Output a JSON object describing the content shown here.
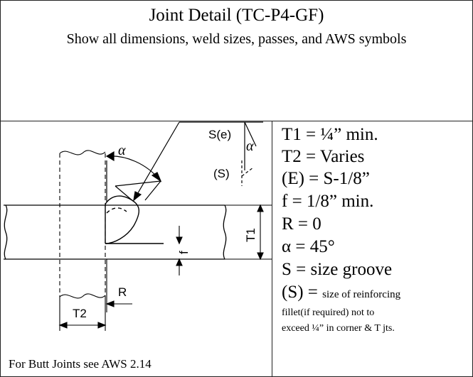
{
  "header": {
    "title": "Joint Detail (TC-P4-GF)",
    "subtitle": "Show all dimensions, weld sizes, passes, and AWS symbols"
  },
  "diagram": {
    "labels": {
      "alpha_angle": "α",
      "weld_size_symbol": "S(e)",
      "reinforcing_symbol": "(S)",
      "alpha_symbol": "α",
      "t1": "T1",
      "t2": "T2",
      "f": "f",
      "r": "R"
    }
  },
  "notes": {
    "t1": "T1 = ¼” min.",
    "t2": "T2 = Varies",
    "e": "(E) = S-1/8”",
    "f": "f = 1/8” min.",
    "r": "R = 0",
    "alpha": "α = 45°",
    "s": "S = size groove",
    "s_fillet_lead": "(S) =",
    "s_fillet_text1": "size of reinforcing",
    "s_fillet_text2": "fillet(if required) not to",
    "s_fillet_text3": "exceed ¼” in corner & T jts."
  },
  "footer": {
    "text": "For Butt Joints see AWS 2.14"
  }
}
